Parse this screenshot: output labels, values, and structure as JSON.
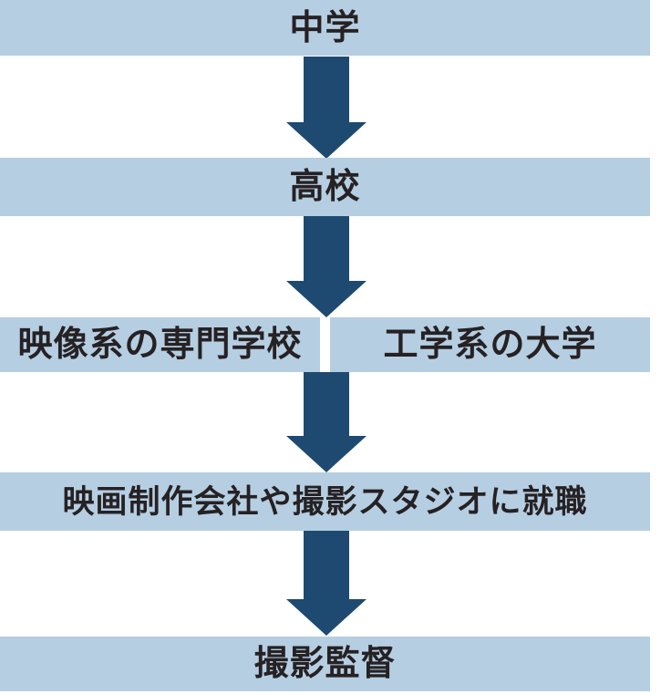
{
  "diagram": {
    "type": "flowchart",
    "direction": "top-down",
    "steps": {
      "middle_school": {
        "label": "中学"
      },
      "high_school": {
        "label": "高校"
      },
      "film_vocational_school": {
        "label": "映像系の専門学校"
      },
      "engineering_university": {
        "label": "工学系の大学"
      },
      "employment": {
        "label": "映画制作会社や撮影スタジオに就職"
      },
      "cinematographer": {
        "label": "撮影監督"
      }
    },
    "arrow_count": 4
  },
  "colors": {
    "box_bg": "#b5cee2",
    "arrow": "#1e4a71",
    "text": "#262123",
    "bg": "#ffffff"
  }
}
